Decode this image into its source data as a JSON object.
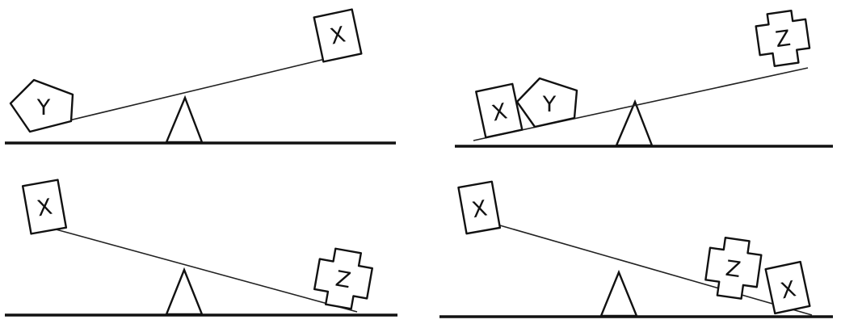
{
  "panels": [
    {
      "id": "top-left",
      "objects": [
        {
          "label": "Y",
          "shape": "pentagon"
        },
        {
          "label": "X",
          "shape": "square"
        }
      ]
    },
    {
      "id": "top-right",
      "objects": [
        {
          "label": "X",
          "shape": "square"
        },
        {
          "label": "Y",
          "shape": "pentagon"
        },
        {
          "label": "Z",
          "shape": "cross"
        }
      ]
    },
    {
      "id": "bottom-left",
      "objects": [
        {
          "label": "X",
          "shape": "square"
        },
        {
          "label": "Z",
          "shape": "cross"
        }
      ]
    },
    {
      "id": "bottom-right",
      "objects": [
        {
          "label": "X",
          "shape": "square"
        },
        {
          "label": "Z",
          "shape": "cross"
        },
        {
          "label": "X",
          "shape": "square"
        }
      ]
    }
  ],
  "colors": {
    "ink": "#111111",
    "background": "#ffffff"
  }
}
